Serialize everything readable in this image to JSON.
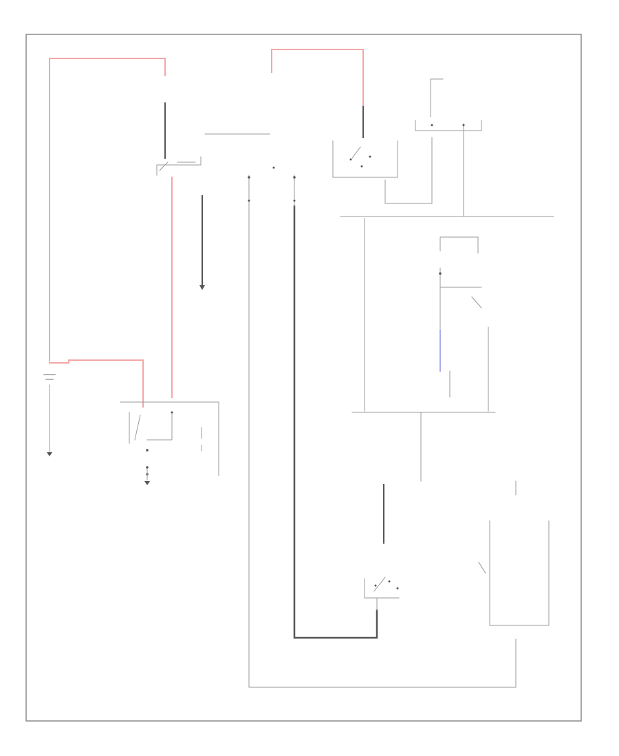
{
  "diagram": {
    "colors": {
      "battery_feed": "#f4a6a6",
      "ground_wire": "#555555",
      "signal_wire": "#8f8fe6",
      "thin_wire": "#9a9a9a",
      "frame": "#8a8a8a",
      "background": "#ffffff"
    },
    "components": [
      {
        "id": "fusible-link",
        "kind": "fuse"
      },
      {
        "id": "starter-relay",
        "kind": "relay"
      },
      {
        "id": "battery",
        "kind": "battery"
      },
      {
        "id": "starter-motor",
        "kind": "motor"
      },
      {
        "id": "ignition-switch",
        "kind": "switch"
      },
      {
        "id": "starter-cut-relay",
        "kind": "relay"
      },
      {
        "id": "transmission-range-switch",
        "kind": "switch"
      },
      {
        "id": "clutch-pedal-switch",
        "kind": "switch"
      },
      {
        "id": "ground-g1",
        "kind": "ground"
      },
      {
        "id": "ground-g2",
        "kind": "ground"
      },
      {
        "id": "ground-g3",
        "kind": "ground"
      }
    ],
    "labels": []
  }
}
